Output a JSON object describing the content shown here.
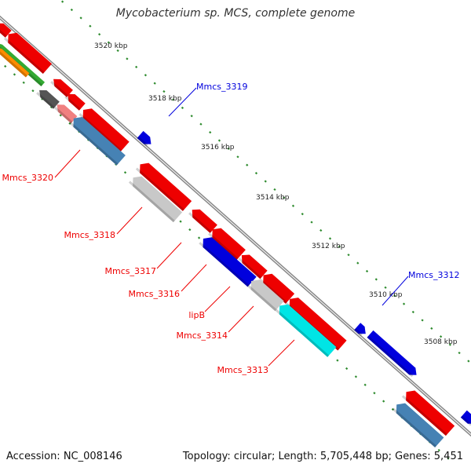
{
  "title": "Mycobacterium sp. MCS, complete genome",
  "footer": {
    "accession": "Accession: NC_008146",
    "summary": "Topology: circular; Length: 5,705,448 bp; Genes: 5,451"
  },
  "ticks": [
    "3520 kbp",
    "3518 kbp",
    "3516 kbp",
    "3514 kbp",
    "3512 kbp",
    "3510 kbp",
    "3508 kbp"
  ],
  "genes": {
    "plus": [
      "Mmcs_3319",
      "Mmcs_3312"
    ],
    "minus": [
      "Mmcs_3320",
      "Mmcs_3318",
      "Mmcs_3317",
      "Mmcs_3316",
      "lipB",
      "Mmcs_3314",
      "Mmcs_3313"
    ]
  },
  "colors": {
    "forward": "#0000dd",
    "reverse": "#ee0000",
    "grey": "#c8c8c8",
    "steel": "#4682b4",
    "cyan": "#00e5e5",
    "pink": "#f08080",
    "darkgrey": "#555555",
    "orange": "#ff8c00",
    "green": "#33aa33",
    "tick": "#2e8b2e",
    "backbone": "#888888"
  }
}
